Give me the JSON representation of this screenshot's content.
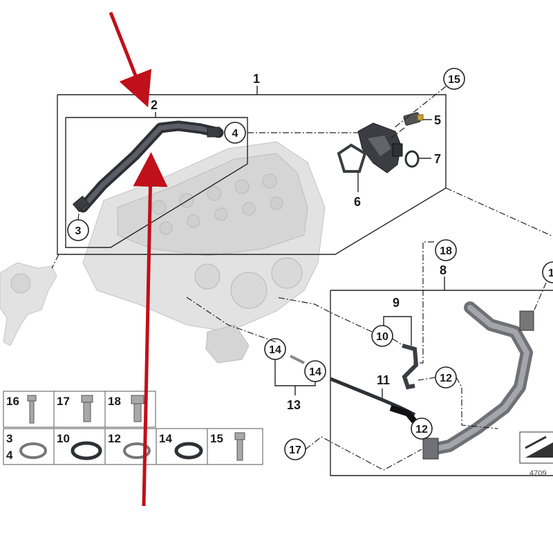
{
  "parts": {
    "p1": "1",
    "p2": "2",
    "p3": "3",
    "p4": "4",
    "p5": "5",
    "p6": "6",
    "p7": "7",
    "p8": "8",
    "p9": "9",
    "p10": "10",
    "p11": "11",
    "p12": "12",
    "p13": "13",
    "p14": "14",
    "p15": "15",
    "p16": "16",
    "p17": "17",
    "p18": "18"
  },
  "table": {
    "r1": [
      "16",
      "17",
      "18"
    ],
    "r2": [
      "3",
      "10",
      "12",
      "14",
      "15"
    ],
    "r2_sub": "4"
  },
  "diagram_number": "4709",
  "colors": {
    "annotation_arrow": "#c0101a",
    "hose": "#45474e",
    "engine_ghost": "#e2e2e2"
  }
}
